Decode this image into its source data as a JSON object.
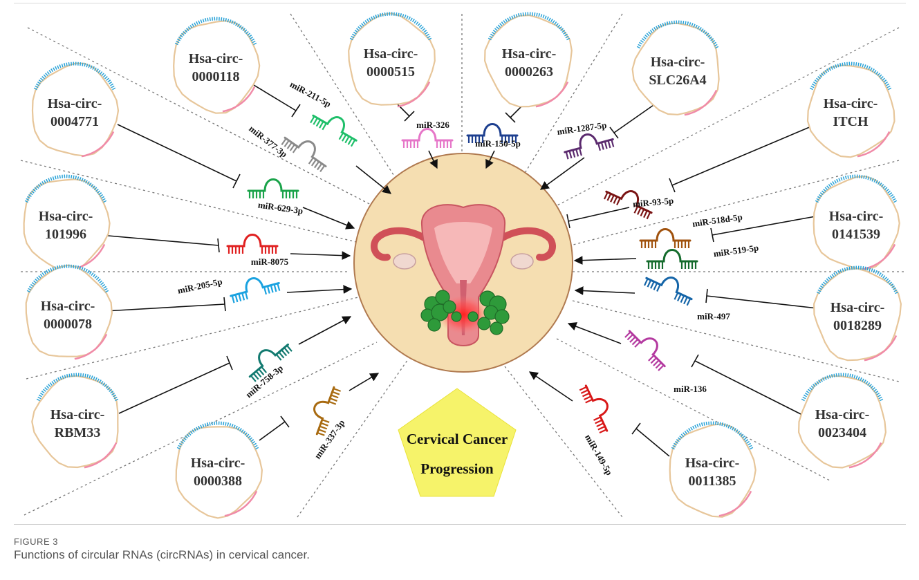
{
  "figure": {
    "label": "FIGURE 3",
    "caption": "Functions of circular RNAs (circRNAs) in cervical cancer."
  },
  "center": {
    "progression_line1": "Cervical Cancer",
    "progression_line2": "Progression"
  },
  "circrnas": [
    {
      "key": "c118",
      "line1": "Hsa-circ-",
      "line2": "0000118"
    },
    {
      "key": "c4771",
      "line1": "Hsa-circ-",
      "line2": "0004771"
    },
    {
      "key": "c515",
      "line1": "Hsa-circ-",
      "line2": "0000515"
    },
    {
      "key": "c263",
      "line1": "Hsa-circ-",
      "line2": "0000263"
    },
    {
      "key": "cslc",
      "line1": "Hsa-circ-",
      "line2": "SLC26A4"
    },
    {
      "key": "citch",
      "line1": "Hsa-circ-",
      "line2": "ITCH"
    },
    {
      "key": "c101996",
      "line1": "Hsa-circ-",
      "line2": "101996"
    },
    {
      "key": "c141539",
      "line1": "Hsa-circ-",
      "line2": "0141539"
    },
    {
      "key": "c78",
      "line1": "Hsa-circ-",
      "line2": "0000078"
    },
    {
      "key": "c18289",
      "line1": "Hsa-circ-",
      "line2": "0018289"
    },
    {
      "key": "crbm",
      "line1": "Hsa-circ-",
      "line2": "RBM33"
    },
    {
      "key": "c23404",
      "line1": "Hsa-circ-",
      "line2": "0023404"
    },
    {
      "key": "c388",
      "line1": "Hsa-circ-",
      "line2": "0000388"
    },
    {
      "key": "c11385",
      "line1": "Hsa-circ-",
      "line2": "0011385"
    }
  ],
  "mirnas": [
    {
      "key": "m211",
      "label": "miR-211-5p",
      "color": "#1fbf6a"
    },
    {
      "key": "m377",
      "label": "miR-377-3p",
      "color": "#8a8a8a"
    },
    {
      "key": "m326",
      "label": "miR-326",
      "color": "#e676c8"
    },
    {
      "key": "m150",
      "label": "miR-150-5p",
      "color": "#1d3f8f"
    },
    {
      "key": "m1287",
      "label": "miR-1287-5p",
      "color": "#5b2a6e"
    },
    {
      "key": "m629",
      "label": "miR-629-3p",
      "color": "#1aa34a"
    },
    {
      "key": "m93",
      "label": "miR-93-5p",
      "color": "#7a1414"
    },
    {
      "key": "m8075",
      "label": "miR-8075",
      "color": "#e02020"
    },
    {
      "key": "m518",
      "label": "miR-518d-5p",
      "color": "#a0520e"
    },
    {
      "key": "m519",
      "label": "miR-519-5p",
      "color": "#146b2c"
    },
    {
      "key": "m205",
      "label": "miR-205-5p",
      "color": "#1aa2e0"
    },
    {
      "key": "m497",
      "label": "miR-497",
      "color": "#1565a8"
    },
    {
      "key": "m758",
      "label": "miR-758-3p",
      "color": "#127a70"
    },
    {
      "key": "m136",
      "label": "miR-136",
      "color": "#b43aa0"
    },
    {
      "key": "m337",
      "label": "miR-337-3p",
      "color": "#a86a10"
    },
    {
      "key": "m149",
      "label": "miR-149-5p",
      "color": "#d81818"
    }
  ]
}
